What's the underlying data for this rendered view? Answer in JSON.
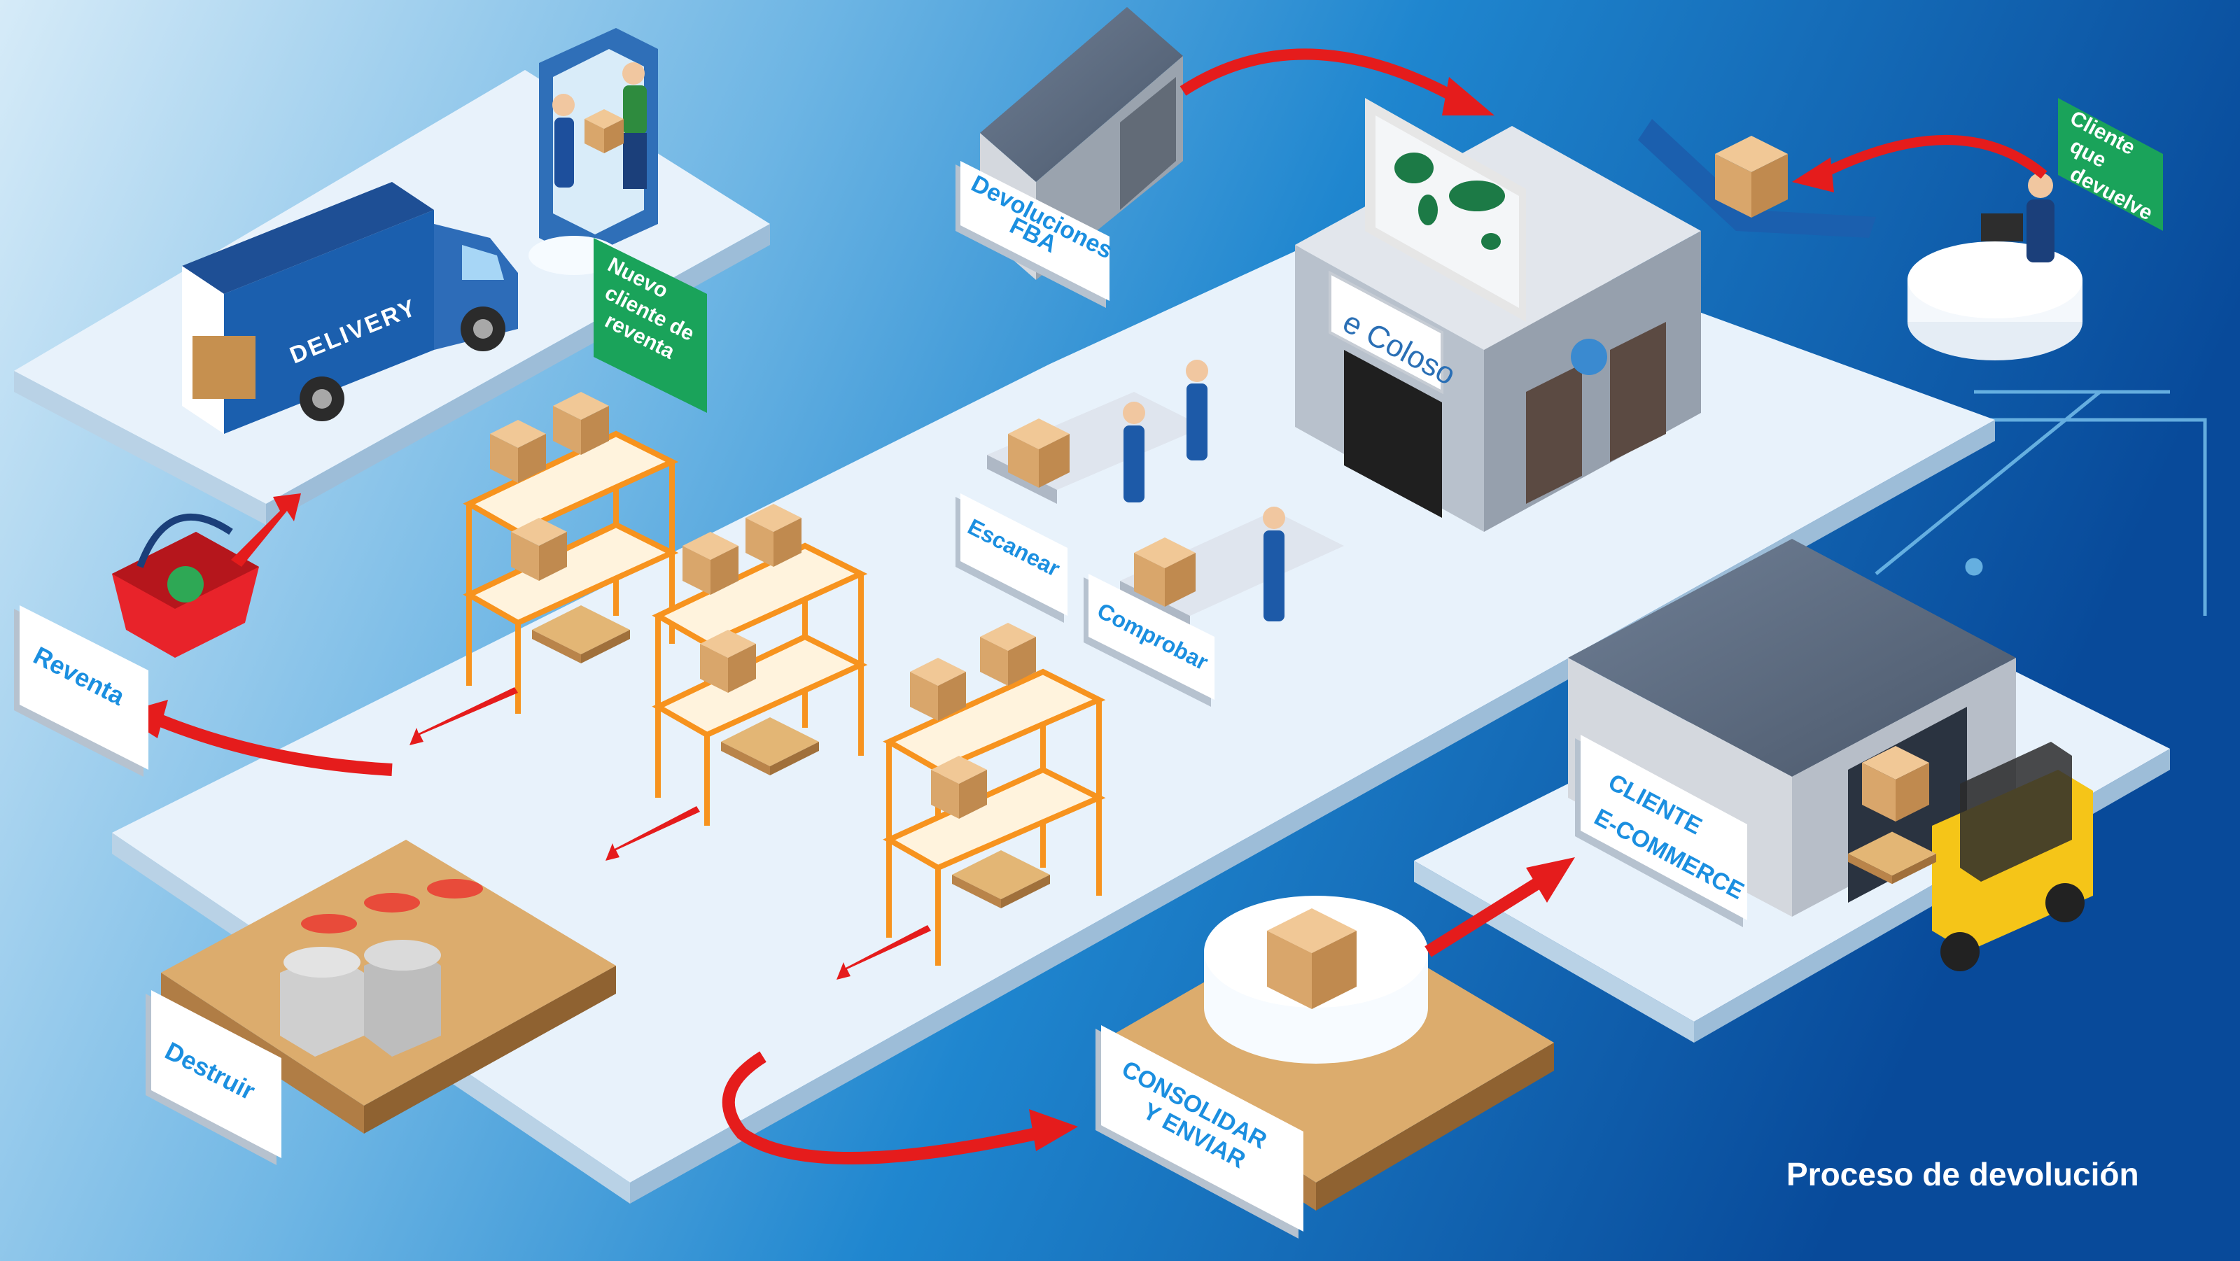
{
  "footer": {
    "title": "Proceso de devolución"
  },
  "steps": {
    "devoluciones_fba": [
      "Devoluciones",
      "FBA"
    ],
    "nuevo_cliente": [
      "Nuevo",
      "cliente de",
      "reventa"
    ],
    "cliente_devuelve": [
      "Cliente",
      "que",
      "devuelve"
    ],
    "escanear": "Escanear",
    "comprobar": "Comprobar",
    "reventa": "Reventa",
    "destruir": "Destruir",
    "consolidar": [
      "CONSOLIDAR",
      "Y ENVIAR"
    ],
    "cliente_ecommerce": [
      "CLIENTE",
      "E-COMMERCE"
    ]
  },
  "warehouse": {
    "logo": "Coloso",
    "logo_prefix": "e"
  },
  "truck": {
    "label": "DELIVERY"
  },
  "colors": {
    "bg_left": "#cfe6f6",
    "bg_right": "#0a4fa0",
    "floor": "#e8f2fb",
    "arrow": "#e51c1c",
    "label_text": "#1b8fe0",
    "green_sign": "#1aa35a",
    "shelf": "#f7931e",
    "box": "#d9a66b",
    "pallet": "#d7a865"
  },
  "icons": [
    "warehouse-icon",
    "truck-icon",
    "basket-icon",
    "forklift-icon",
    "trash-can-icon",
    "shoe-icon",
    "world-map-icon",
    "box-icon",
    "shelf-icon"
  ]
}
